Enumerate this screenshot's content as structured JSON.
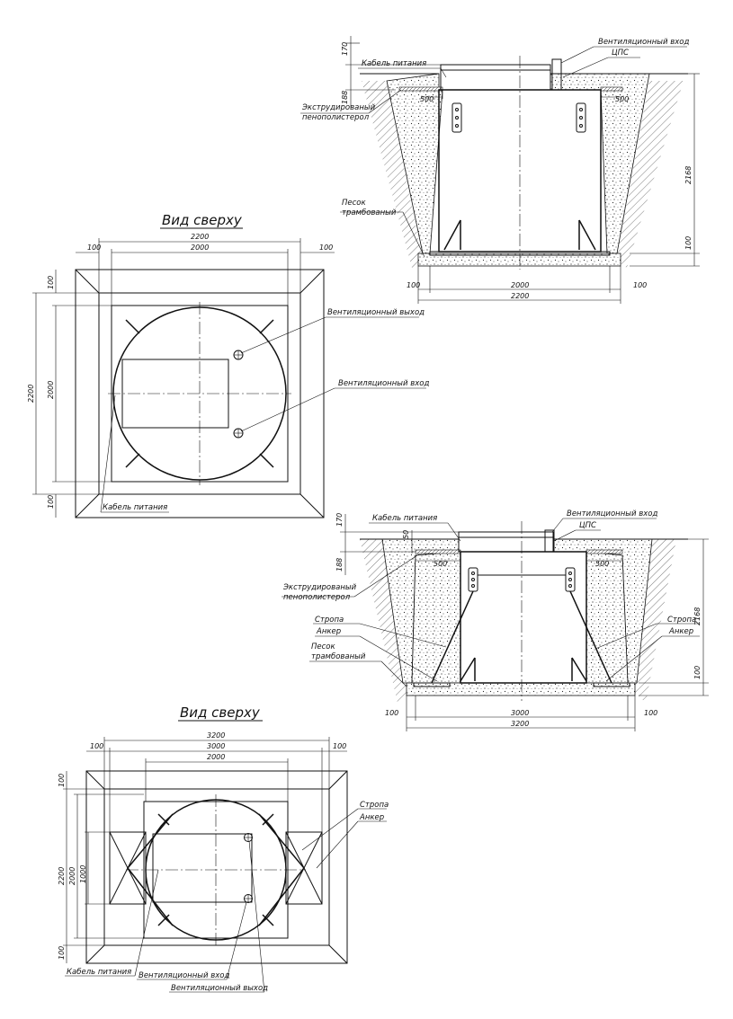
{
  "views": {
    "top1_title": "Вид сверху",
    "top2_title": "Вид сверху"
  },
  "labels": {
    "power_cable": "Кабель питания",
    "vent_in": "Вентиляционный вход",
    "vent_out": "Вентиляционный выход",
    "cps": "ЦПС",
    "foam": "Экструдированый",
    "foam2": "пенополистерол",
    "sand": "Песок",
    "sand2": "трамбованый",
    "sling": "Стропа",
    "anchor": "Анкер"
  },
  "dims": {
    "d2200": "2200",
    "d2000": "2000",
    "d100": "100",
    "d170": "170",
    "d188": "188",
    "d500": "500",
    "d2168": "2168",
    "d50": "50",
    "d3000": "3000",
    "d3200": "3200",
    "d1000": "1000"
  },
  "colors": {
    "ink": "#111111",
    "paper": "#ffffff"
  }
}
